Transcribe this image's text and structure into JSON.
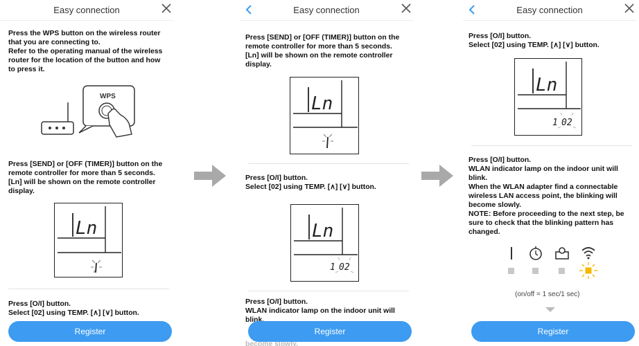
{
  "screens": [
    {
      "title": "Easy connection",
      "step1": "Press the WPS button on the wireless router that you are connecting to.\nRefer to the operating manual of the wireless router for the location of the button and how to press it.",
      "wps_label": "WPS",
      "step2": "Press [SEND] or [OFF (TIMER)] button on the remote controller for more than 5 seconds.\n[Ln] will be shown on the remote controller display.",
      "lcd_text": "Ln",
      "step3": "Press [O/I] button.\nSelect [02] using TEMP. [∧] [∨] button.",
      "register": "Register"
    },
    {
      "title": "Easy connection",
      "step1": "Press [SEND] or [OFF (TIMER)] button on the remote controller for more than 5 seconds.\n[Ln] will be shown on the remote controller display.",
      "lcd_text": "Ln",
      "step2": "Press [O/I] button.\nSelect [02] using TEMP. [∧] [∨] button.",
      "lcd2_left": "1",
      "lcd2_right": "02",
      "step3": "Press [O/I] button.\nWLAN indicator lamp on the indoor unit will blink.",
      "step3_cut": "become slowly.",
      "register": "Register"
    },
    {
      "title": "Easy connection",
      "step1": "Press [O/I] button.\nSelect [02] using TEMP. [∧] [∨] button.",
      "lcd_text": "Ln",
      "lcd_left": "1",
      "lcd_right": "02",
      "step2": "Press [O/I] button.\nWLAN indicator lamp on the indoor unit will blink.\nWhen the WLAN adapter find a connectable wireless LAN access point, the blinking will become slowly.\nNOTE: Before proceeding to the next step, be sure to check that the blinking pattern has changed.",
      "indicators": [
        "power-icon",
        "timer-icon",
        "user-icon",
        "wifi-icon"
      ],
      "blink_note": "(on/off = 1 sec/1 sec)",
      "register": "Register"
    }
  ],
  "colors": {
    "accent": "#3d9bf1",
    "blink": "#f5b800",
    "arrow": "#a9a9a9"
  }
}
